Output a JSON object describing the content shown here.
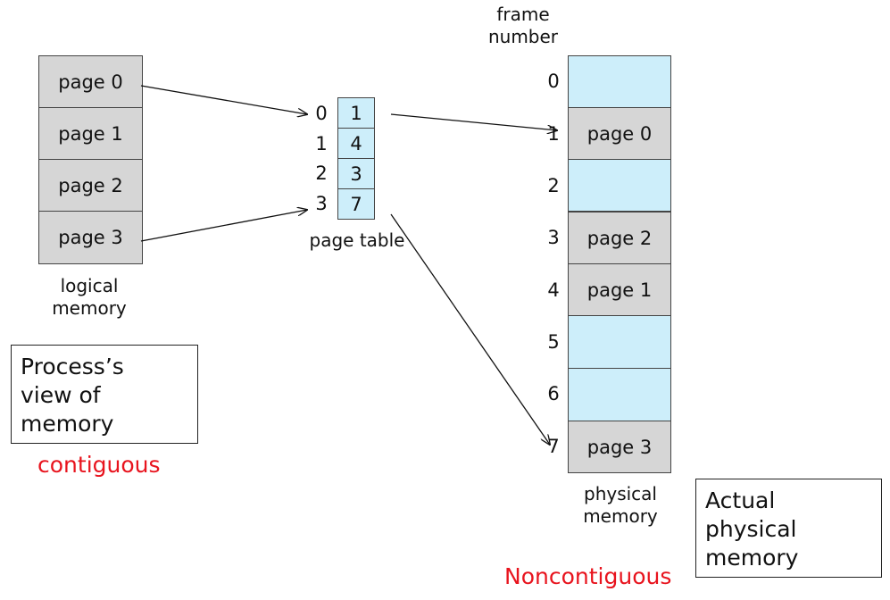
{
  "logical_memory": {
    "pages": [
      "page 0",
      "page 1",
      "page 2",
      "page 3"
    ],
    "label_line1": "logical",
    "label_line2": "memory"
  },
  "page_table": {
    "indices": [
      "0",
      "1",
      "2",
      "3"
    ],
    "frames": [
      "1",
      "4",
      "3",
      "7"
    ],
    "label": "page table"
  },
  "physical_memory": {
    "header_line1": "frame",
    "header_line2": "number",
    "frame_numbers": [
      "0",
      "1",
      "2",
      "3",
      "4",
      "5",
      "6",
      "7"
    ],
    "frames": [
      "",
      "page 0",
      "",
      "page 2",
      "page 1",
      "",
      "",
      "page 3"
    ],
    "label_line1": "physical",
    "label_line2": "memory"
  },
  "process_box": {
    "line1": "Process’s",
    "line2": "view of",
    "line3": "memory"
  },
  "physical_box": {
    "line1": "Actual",
    "line2": "physical",
    "line3": "memory"
  },
  "notes": {
    "contiguous": "contiguous",
    "noncontiguous": "Noncontiguous"
  },
  "colors": {
    "used_frame": "#d6d6d6",
    "free_frame": "#cdeefa",
    "highlight_text": "#e8141e"
  }
}
